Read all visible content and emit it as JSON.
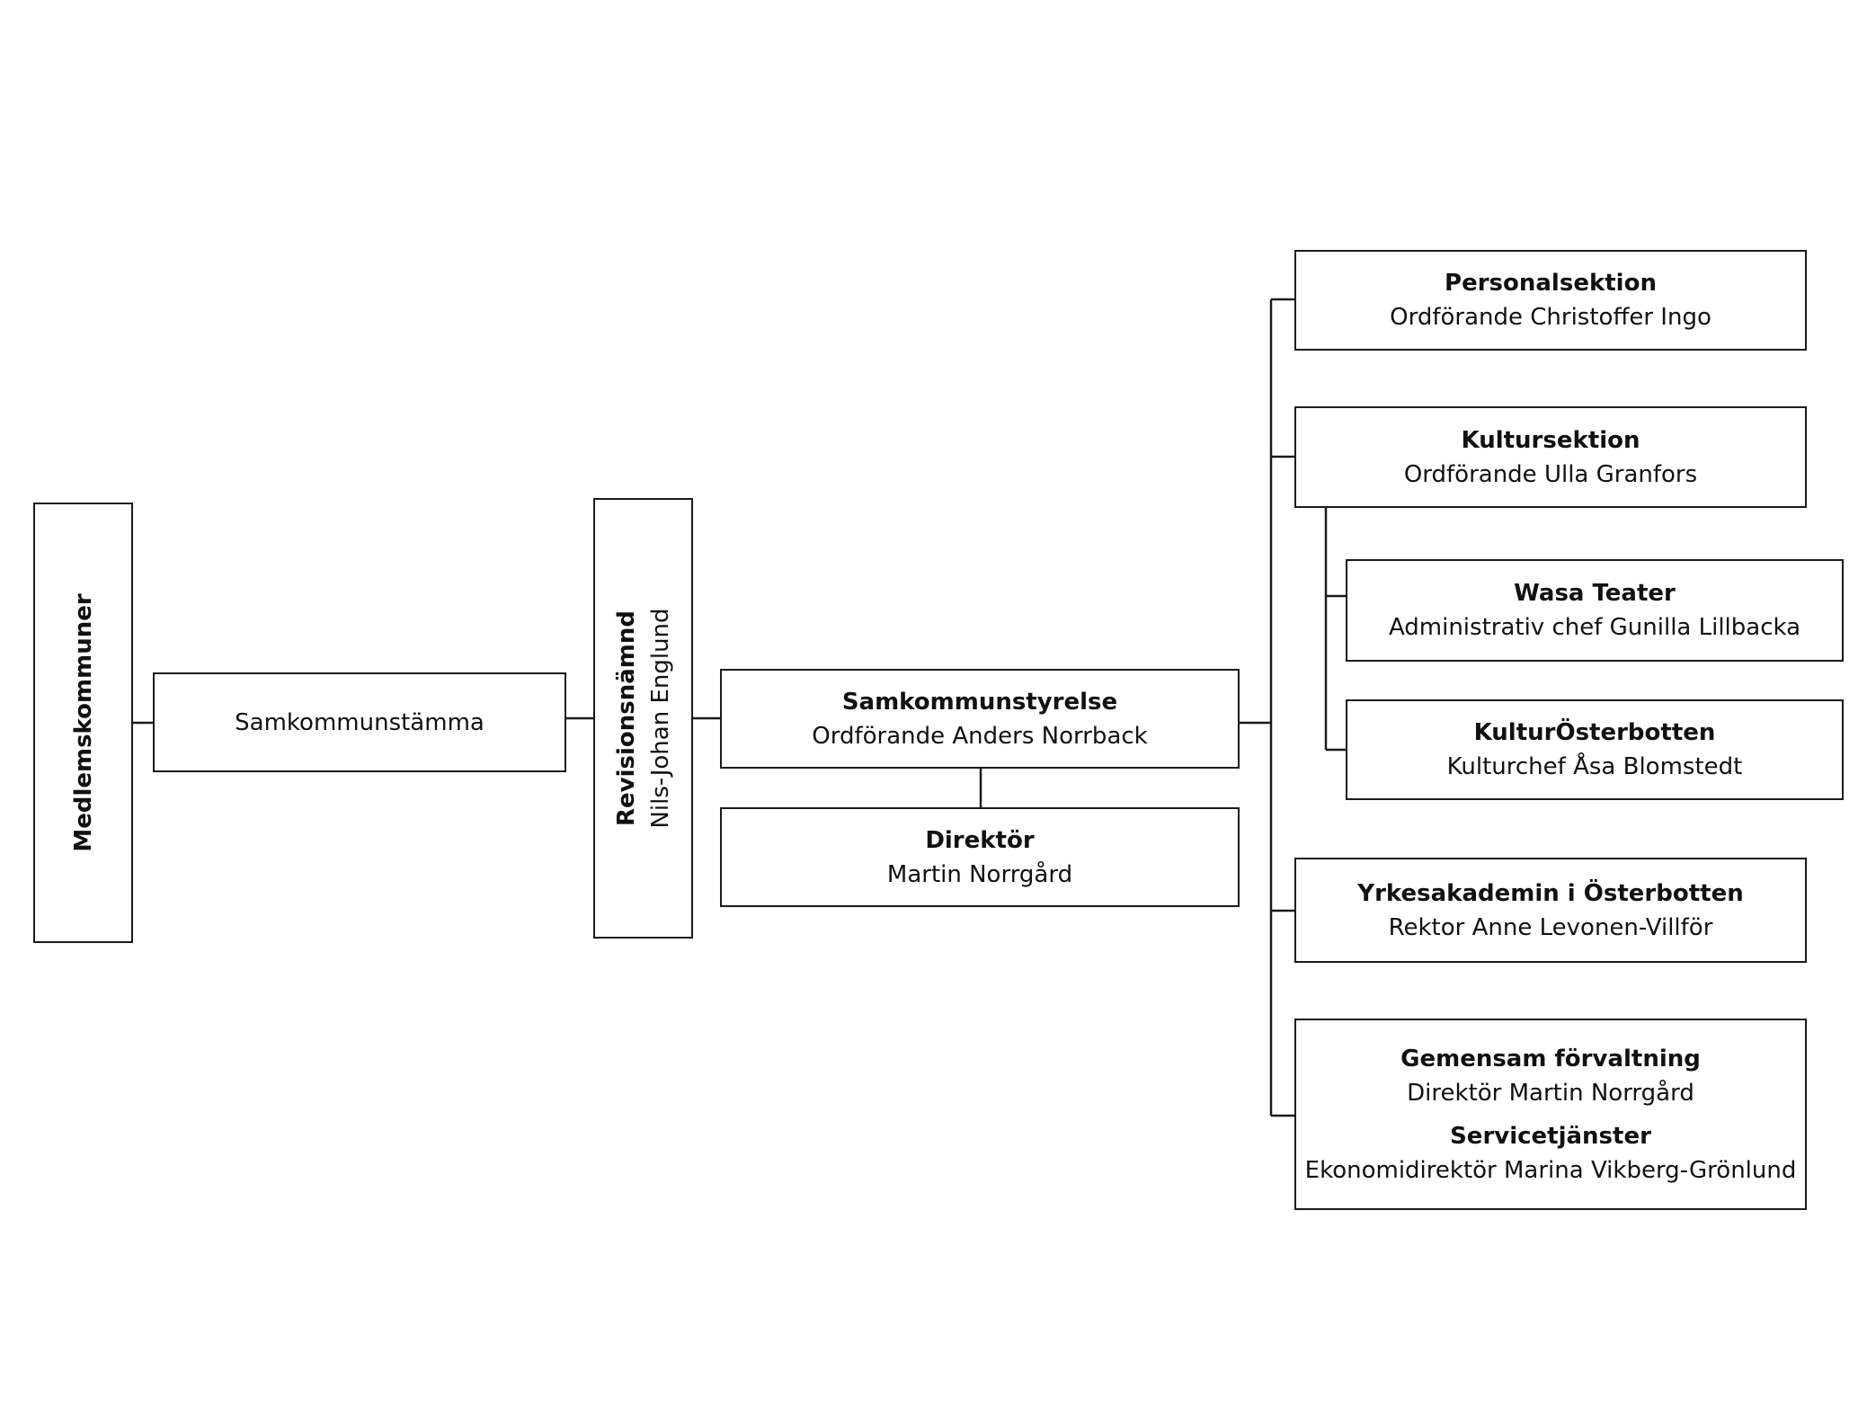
{
  "nodes": {
    "medlemskommuner": {
      "title": "Medlemskommuner"
    },
    "samkommunstamma": {
      "title": "Samkommunstämma"
    },
    "revisionsnamnd": {
      "title": "Revisionsnämnd",
      "person": "Nils-Johan Englund"
    },
    "samkommunstyrelse": {
      "title": "Samkommunstyrelse",
      "person": "Ordförande Anders Norrback"
    },
    "direktor": {
      "title": "Direktör",
      "person": "Martin Norrgård"
    },
    "personalsektion": {
      "title": "Personalsektion",
      "person": "Ordförande Christoffer Ingo"
    },
    "kultursektion": {
      "title": "Kultursektion",
      "person": "Ordförande Ulla Granfors"
    },
    "wasa_teater": {
      "title": "Wasa Teater",
      "person": "Administrativ chef Gunilla Lillbacka"
    },
    "kulturosterbotten": {
      "title": "KulturÖsterbotten",
      "person": "Kulturchef Åsa Blomstedt"
    },
    "yrkesakademin": {
      "title": "Yrkesakademin i Österbotten",
      "person": "Rektor Anne Levonen-Villför"
    },
    "gemensam_forvaltning": {
      "title": "Gemensam förvaltning",
      "person": "Direktör Martin Norrgård",
      "title2": "Servicetjänster",
      "person2": "Ekonomidirektör Marina Vikberg-Grönlund"
    }
  }
}
